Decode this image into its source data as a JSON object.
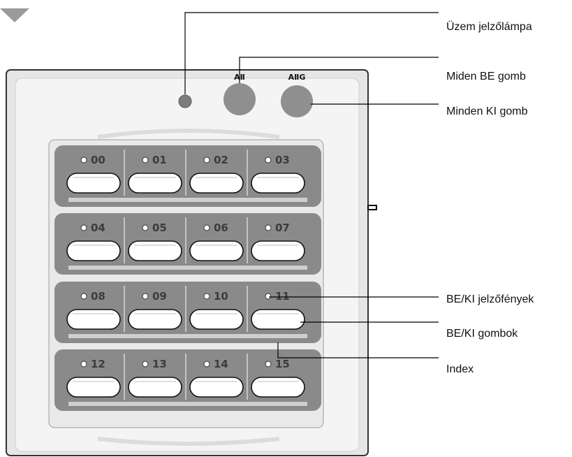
{
  "labels": {
    "operation_lamp": "Üzem jelzőlámpa",
    "all_on_button": "Miden BE gomb",
    "all_off_button": "Minden KI gomb",
    "indicator_lamps": "BE/KI jelzőfények",
    "onoff_buttons": "BE/KI gombok",
    "index": "Index"
  },
  "top_buttons": {
    "all_on": "AⅡ",
    "all_off": "AⅡG"
  },
  "channels": [
    "00",
    "01",
    "02",
    "03",
    "04",
    "05",
    "06",
    "07",
    "08",
    "09",
    "10",
    "11",
    "12",
    "13",
    "14",
    "15"
  ],
  "colors": {
    "panel_outer": "#e6e6e6",
    "panel_inner": "#f2f2f2",
    "bank_fill": "#8a8a8a",
    "button_circle": "#8f8f8f",
    "index_strip": "#cfcfcf",
    "leader_line": "#000000"
  }
}
